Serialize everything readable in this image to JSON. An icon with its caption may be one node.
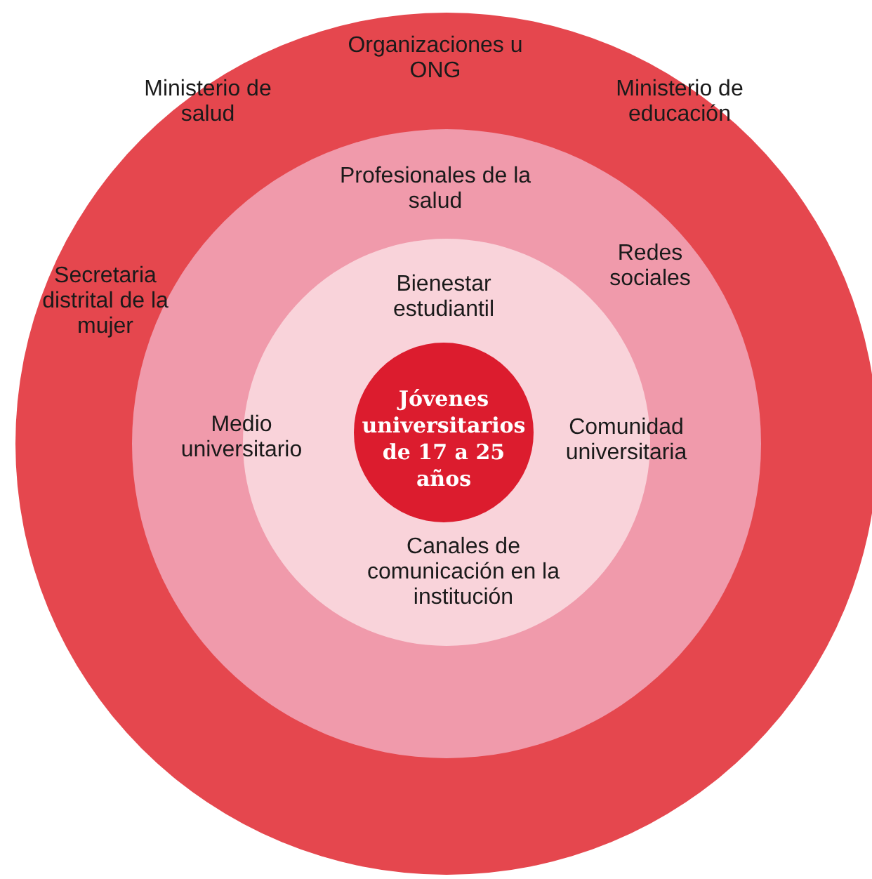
{
  "diagram": {
    "nodes": [
      {
        "text": [
          "Organizaciones u ONG",
          "Ministerio de salud",
          "Ministerio de educación",
          "Secretaria distrital de la mujer"
        ]
      },
      {
        "text": [
          "Profesionales de la salud",
          "Redes sociales"
        ],
        "in": 0
      },
      {
        "text": [
          "Bienestar estudiantil",
          "Medio universitario",
          "Comunidad universitaria",
          "Canales de comunicación en la institución"
        ],
        "in": 1
      },
      {
        "text": [
          "Jóvenes universitarios de 17 a 25 años"
        ],
        "in": 2
      }
    ]
  }
}
